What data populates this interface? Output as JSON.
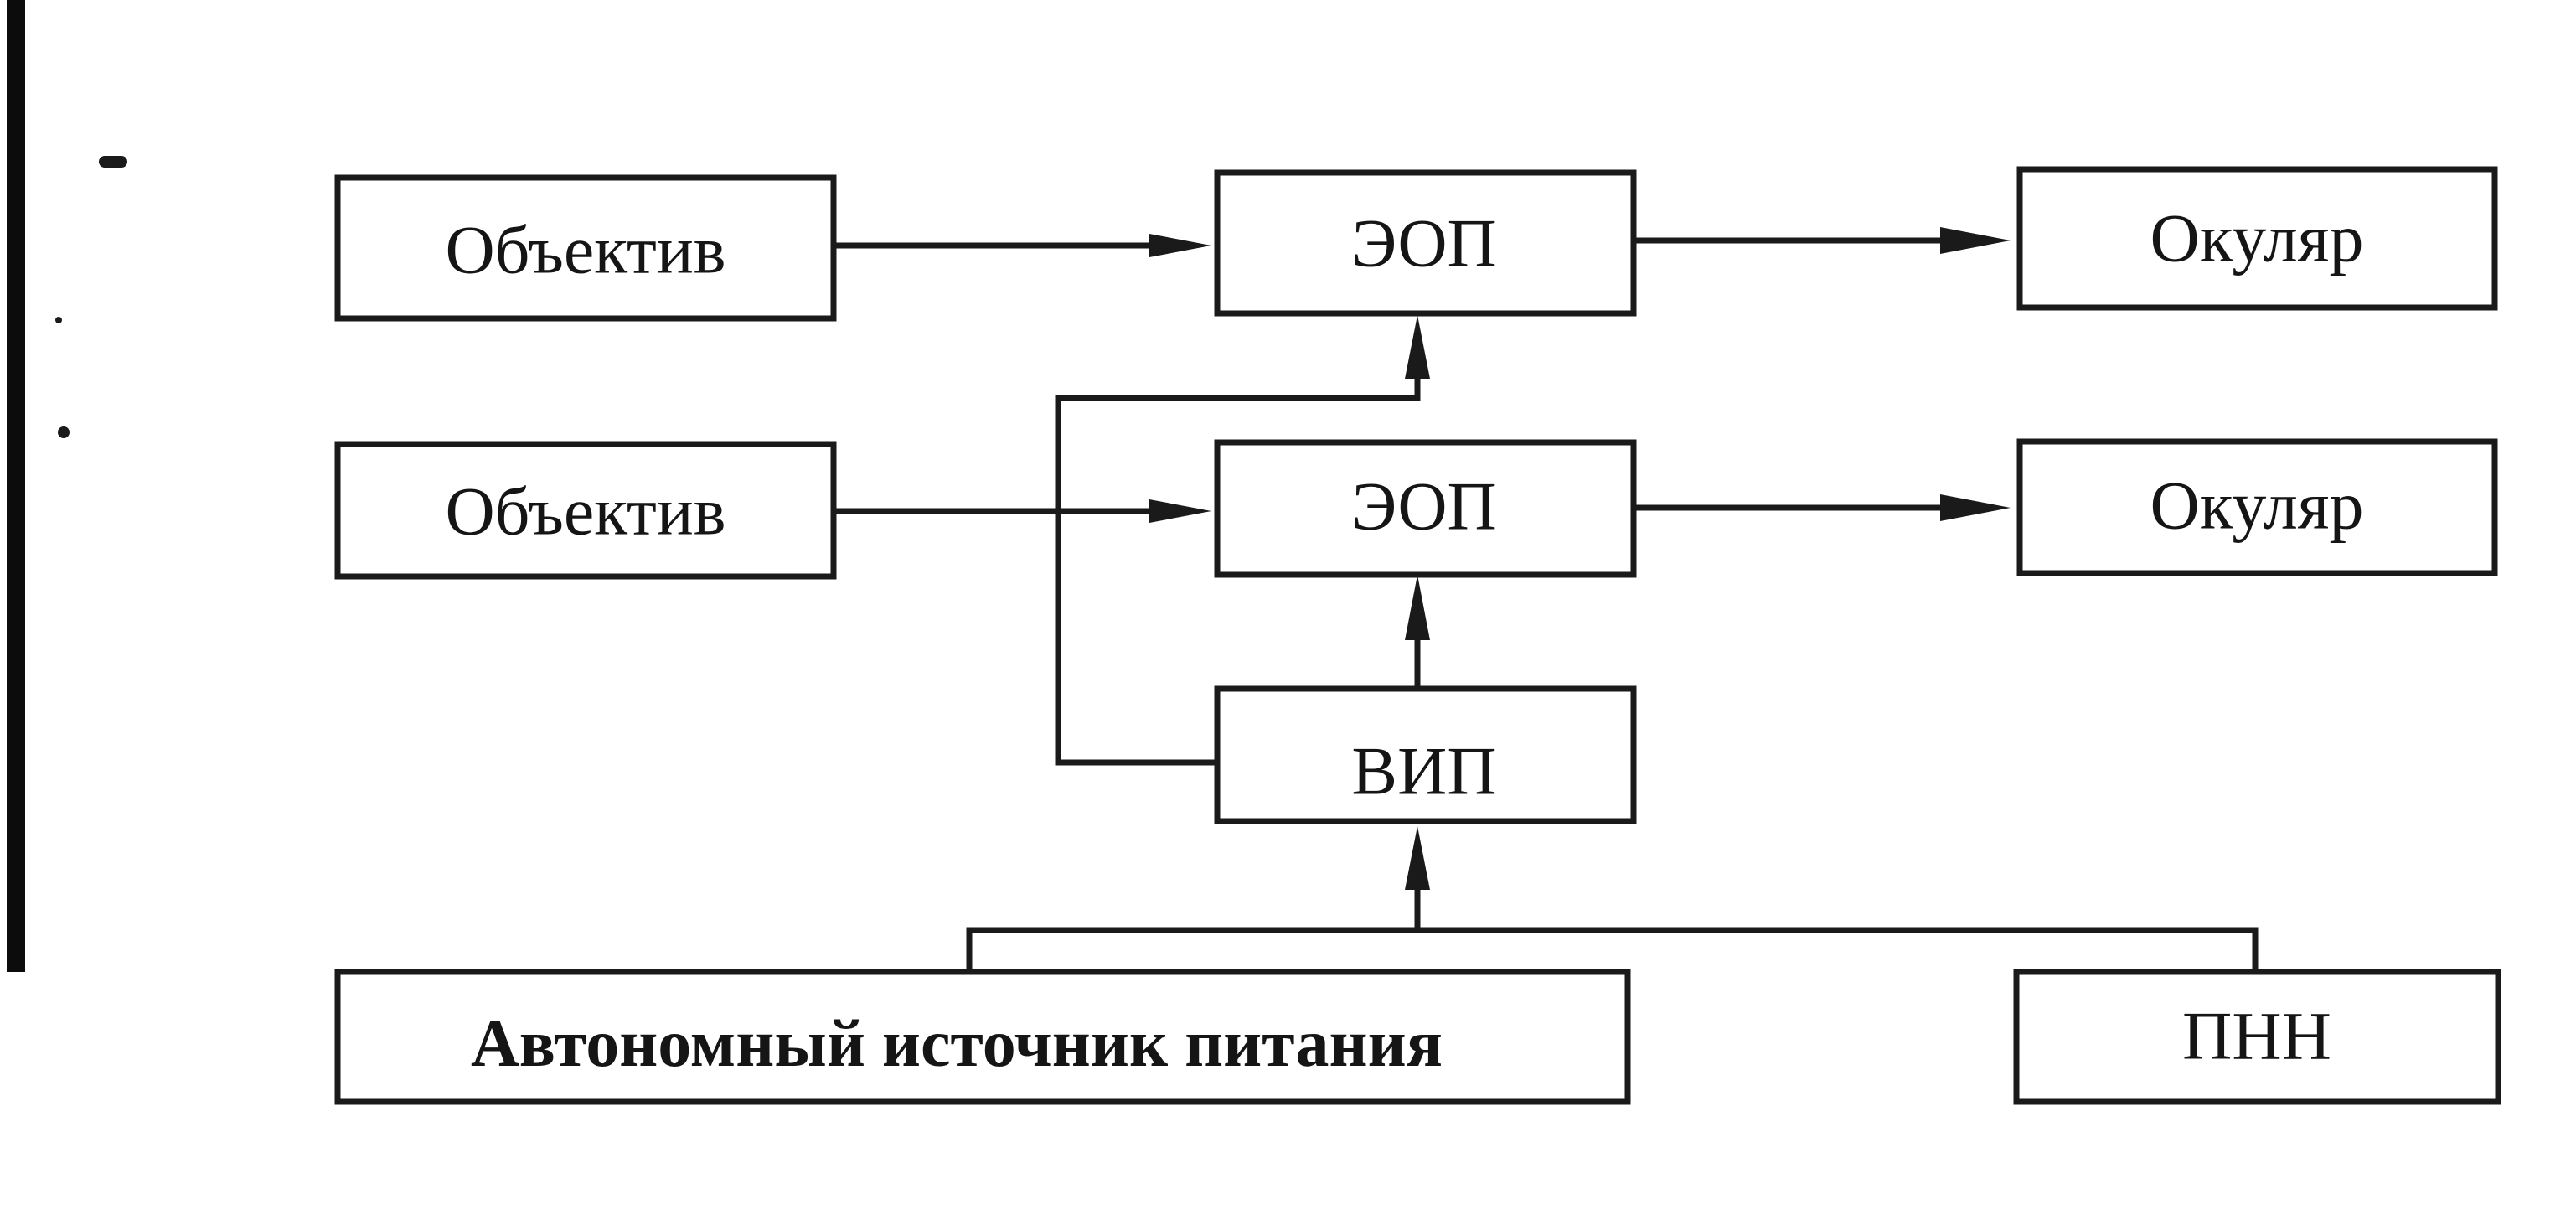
{
  "diagram": {
    "nodes": [
      {
        "id": "objective-top",
        "label": "Объектив"
      },
      {
        "id": "eop-top",
        "label": "ЭОП"
      },
      {
        "id": "ocular-top",
        "label": "Окуляр"
      },
      {
        "id": "objective-bottom",
        "label": "Объектив"
      },
      {
        "id": "eop-bottom",
        "label": "ЭОП"
      },
      {
        "id": "ocular-bottom",
        "label": "Окуляр"
      },
      {
        "id": "vip",
        "label": "ВИП"
      },
      {
        "id": "power-source",
        "label": "Автономный источник питания"
      },
      {
        "id": "pnn",
        "label": "ПНН"
      }
    ],
    "edges": [
      {
        "from": "objective-top",
        "to": "eop-top"
      },
      {
        "from": "eop-top",
        "to": "ocular-top"
      },
      {
        "from": "objective-bottom",
        "to": "eop-bottom"
      },
      {
        "from": "eop-bottom",
        "to": "ocular-bottom"
      },
      {
        "from": "vip",
        "to": "eop-bottom"
      },
      {
        "from": "vip",
        "to": "eop-top"
      },
      {
        "from": "power-source",
        "to": "vip"
      },
      {
        "from": "pnn",
        "to": "vip"
      }
    ]
  }
}
